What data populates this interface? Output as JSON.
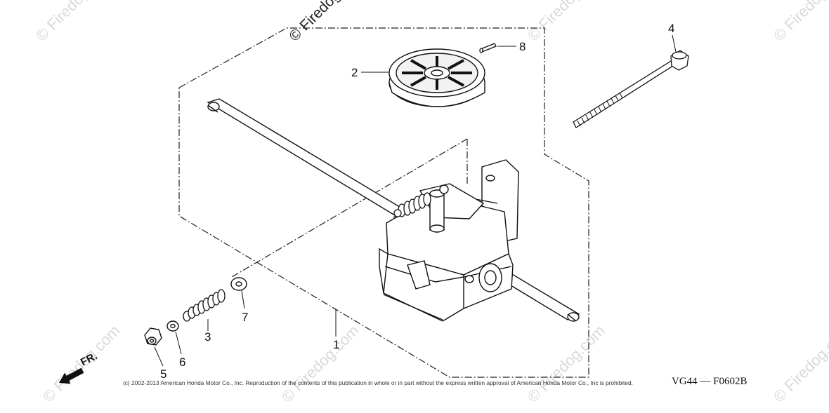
{
  "diagram": {
    "callouts": [
      "1",
      "2",
      "3",
      "4",
      "5",
      "6",
      "7",
      "8"
    ],
    "direction_label": "FR.",
    "watermark": "© Firedog.com",
    "copyright": "(c) 2002-2013 American Honda Motor Co., Inc. Reproduction of the contents of this publication in whole or in part without the express written approval of American Honda Motor Co., Inc is prohibited.",
    "model_code": "VG44",
    "figure_code": "F0602B"
  }
}
